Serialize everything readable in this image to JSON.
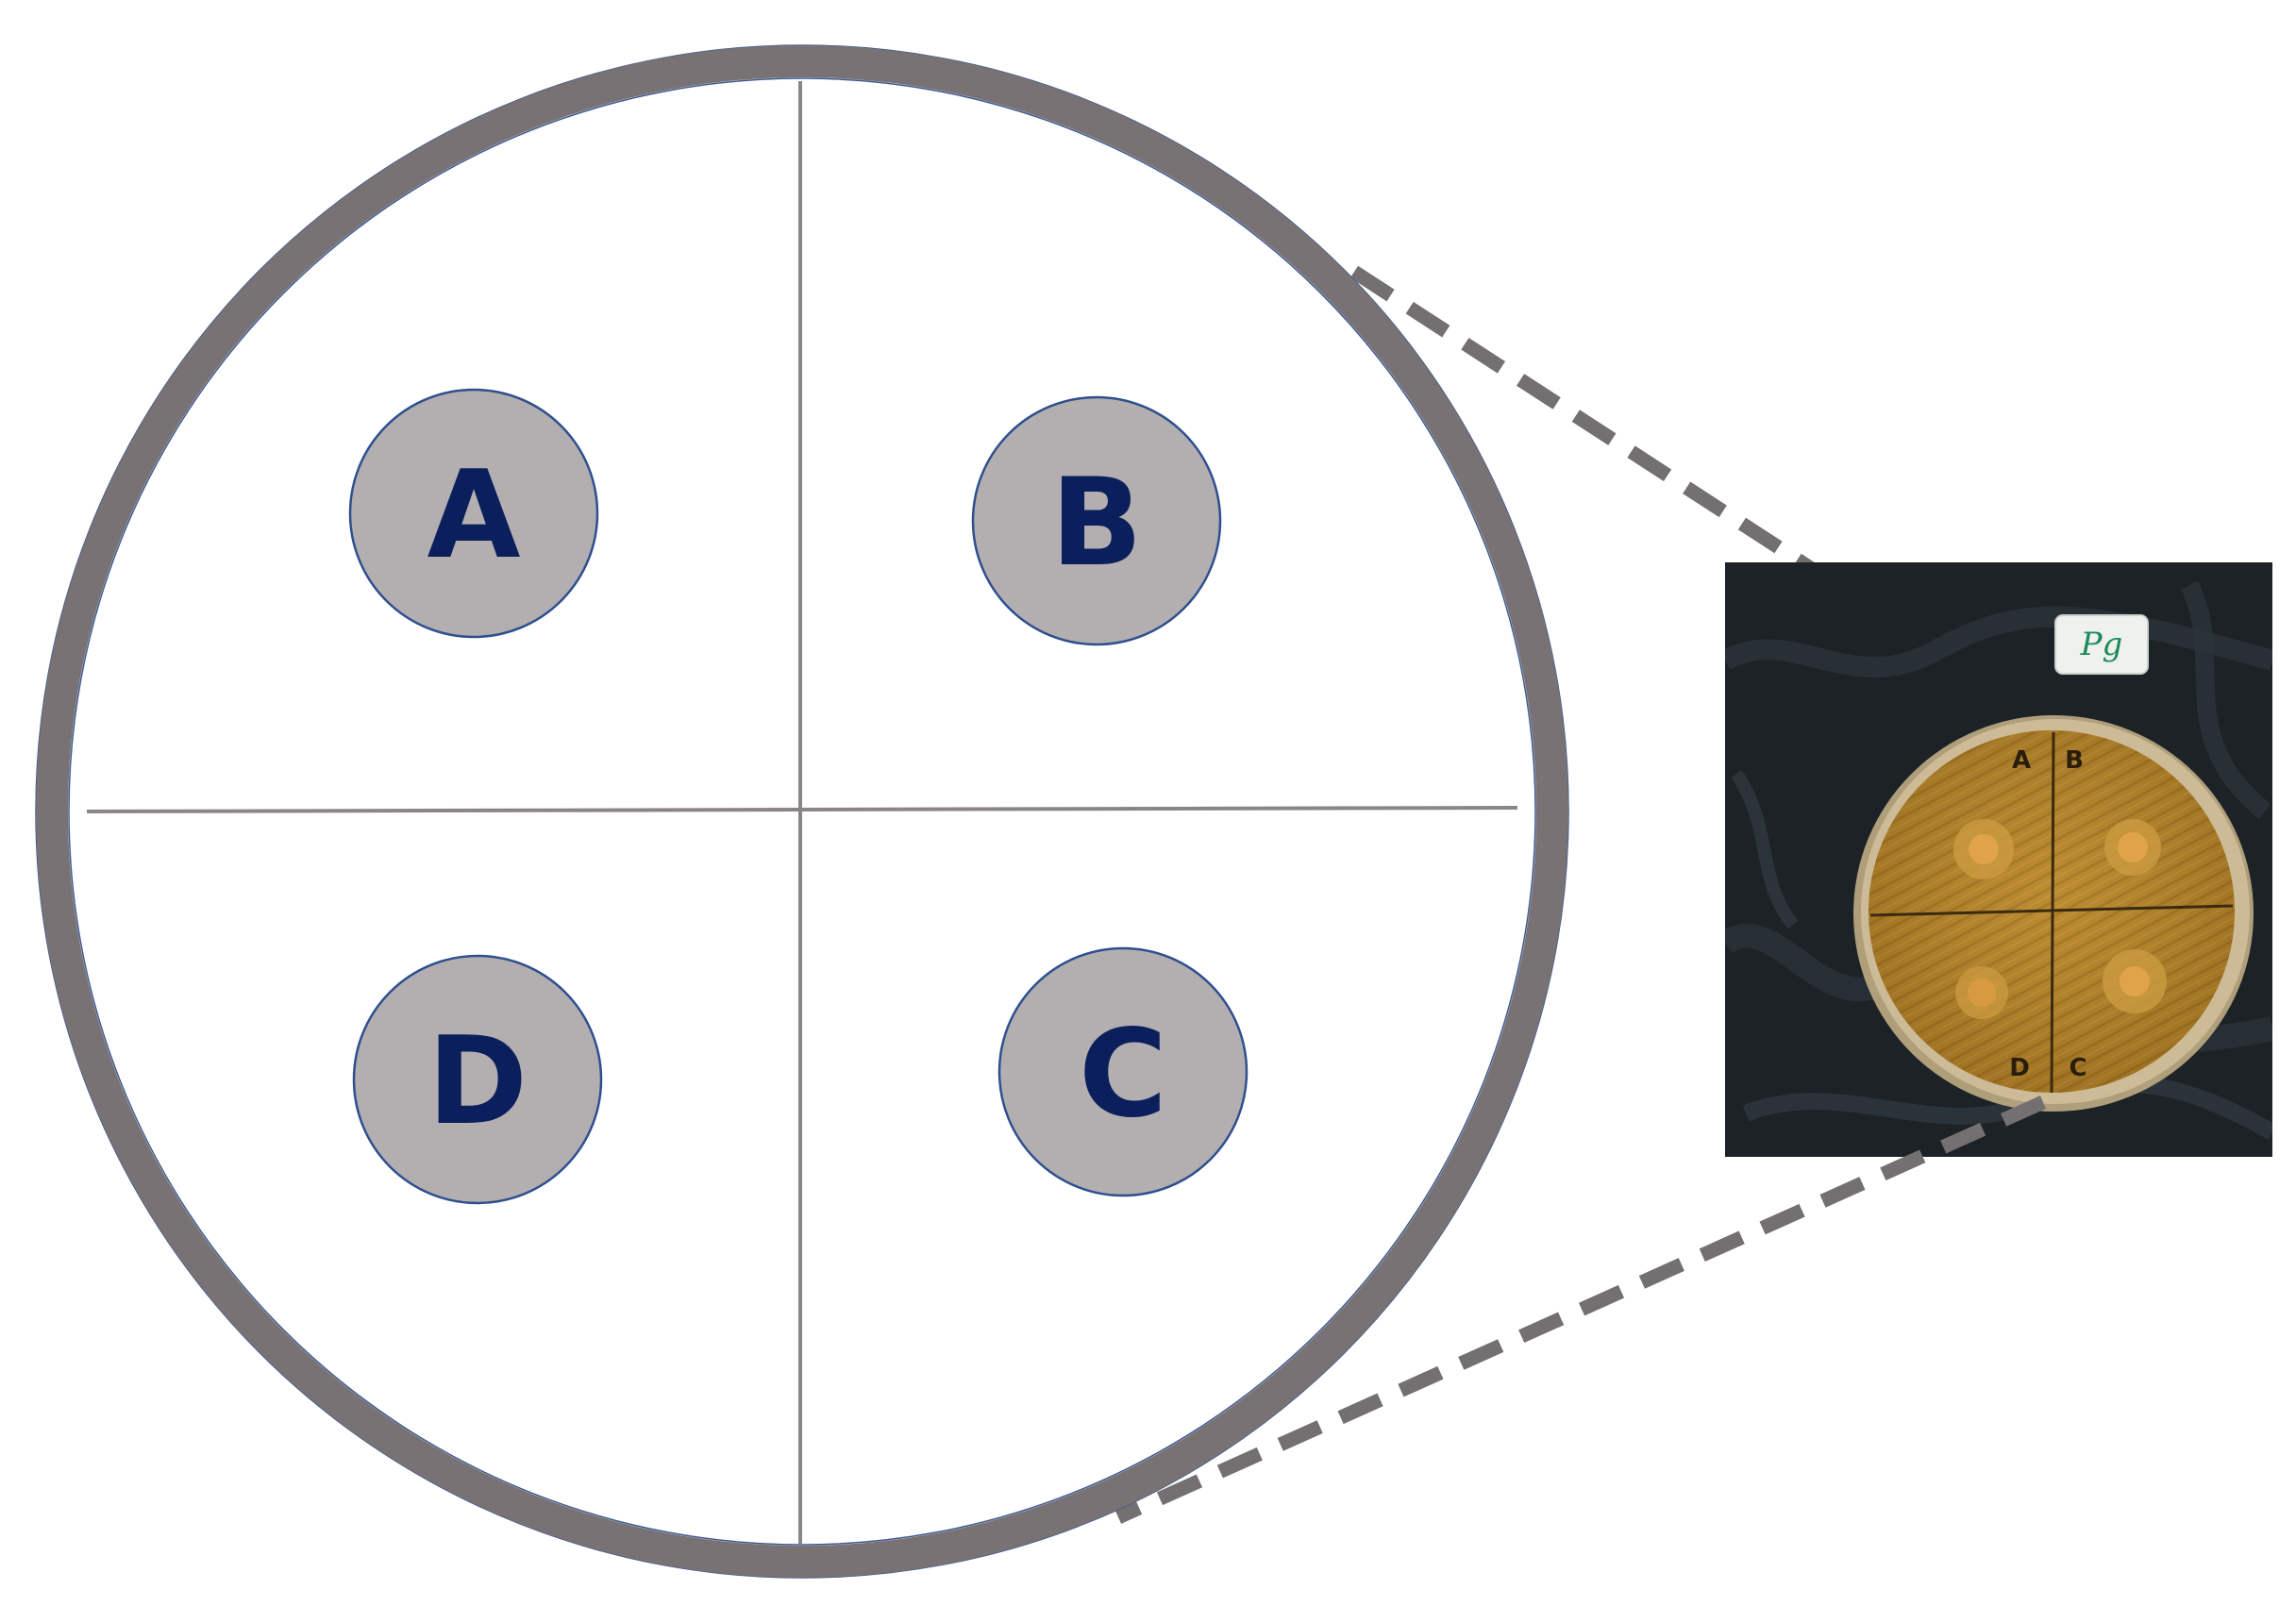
{
  "diagram": {
    "discs": [
      {
        "id": "A",
        "label": "A"
      },
      {
        "id": "B",
        "label": "B"
      },
      {
        "id": "D",
        "label": "D"
      },
      {
        "id": "C",
        "label": "C"
      }
    ],
    "photo": {
      "tag_label": "Pg",
      "quadrant_marks": [
        "A",
        "B",
        "D",
        "C"
      ]
    }
  },
  "colors": {
    "ring": "#787274",
    "ring_outline": "#3f5a8f",
    "divider": "#8a8587",
    "disc_fill": "#b3afb0",
    "disc_outline": "#2f4f8f",
    "disc_text": "#0b1f5c",
    "leader": "#747072",
    "photo_background": "#1c2226",
    "agar": "#b5852a",
    "tag_text": "#1b8a5a"
  }
}
